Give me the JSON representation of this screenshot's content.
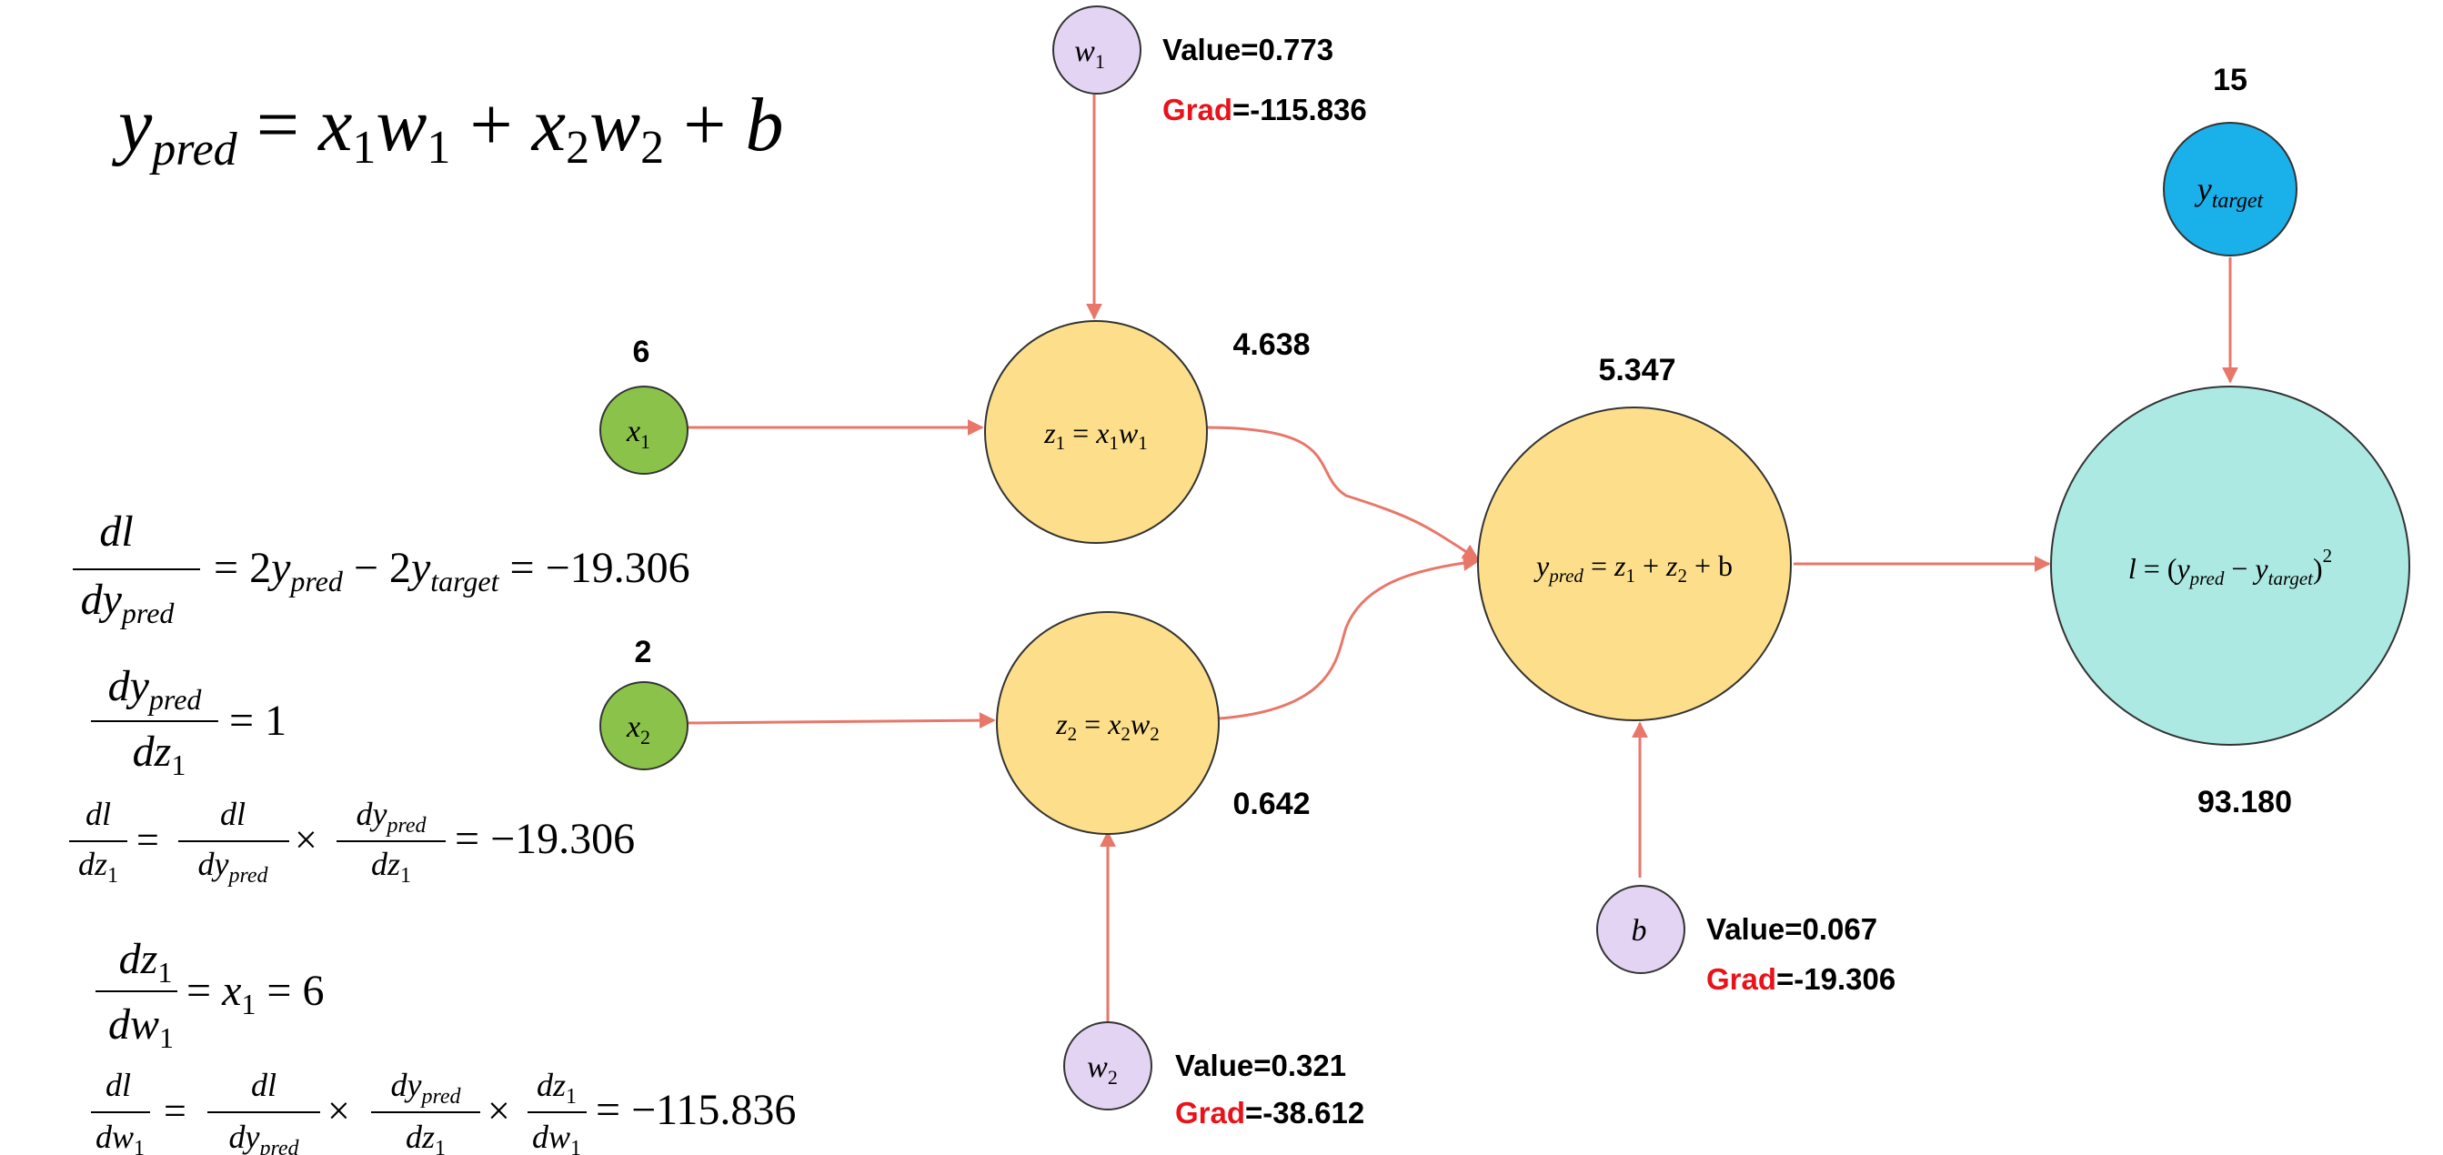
{
  "colors": {
    "edge": "#e8776a",
    "input_node": "#8bc34a",
    "param_node": "#e4d4f4",
    "op_node": "#fddf8b",
    "target_node": "#1ab0ea",
    "loss_node": "#abe9e2",
    "grad_label": "#e8131a"
  },
  "title": {
    "lhs": "y",
    "lhs_sub": "pred",
    "rhs_parts": [
      "x",
      "1",
      "w",
      "1",
      "x",
      "2",
      "w",
      "2",
      "b"
    ]
  },
  "nodes": {
    "x1": {
      "label": "x",
      "sub": "1",
      "value": "6"
    },
    "x2": {
      "label": "x",
      "sub": "2",
      "value": "2"
    },
    "w1": {
      "label": "w",
      "sub": "1",
      "value_text": "Value=0.773",
      "grad_word": "Grad",
      "grad_value": "=-115.836"
    },
    "w2": {
      "label": "w",
      "sub": "2",
      "value_text": "Value=0.321",
      "grad_word": "Grad",
      "grad_value": "=-38.612"
    },
    "b": {
      "label": "b",
      "value_text": "Value=0.067",
      "grad_word": "Grad",
      "grad_value": "=-19.306"
    },
    "z1": {
      "value": "4.638"
    },
    "z2": {
      "value": "0.642"
    },
    "ypred": {
      "value": "5.347"
    },
    "ytarget": {
      "label": "y",
      "sub": "target",
      "value": "15"
    },
    "loss": {
      "value": "93.180"
    }
  },
  "equations": {
    "dl_dypred_result": "= −19.306",
    "dypred_dz1_result": "= 1",
    "dl_dz1_result": "= −19.306",
    "dz1_dw1_result": "= 6",
    "dl_dw1_result": "= −115.836"
  }
}
